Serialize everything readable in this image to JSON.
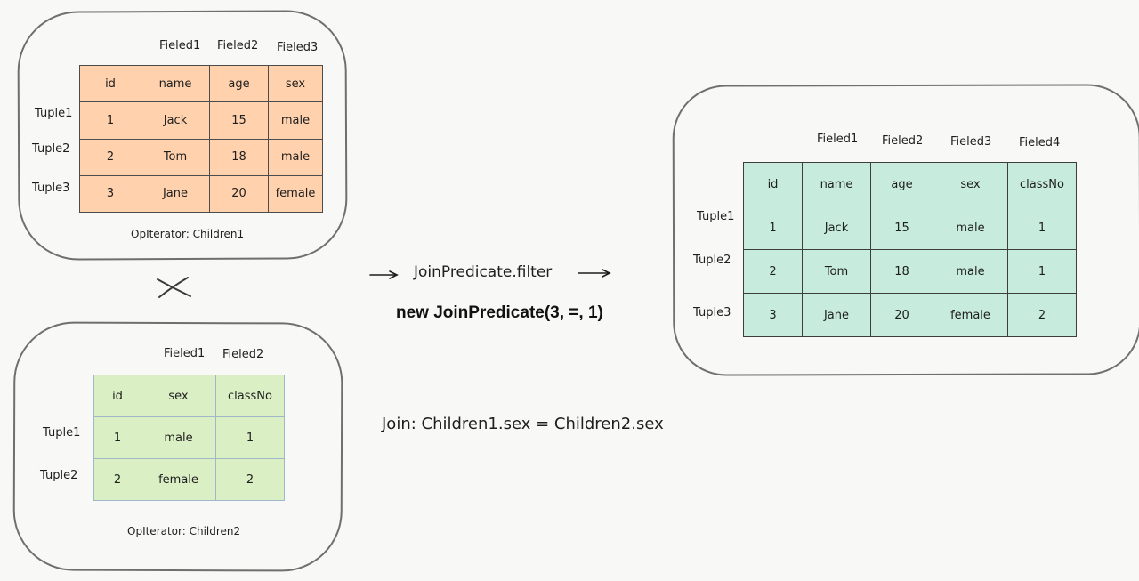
{
  "children1": {
    "field_headers": [
      "Fieled1",
      "Fieled2",
      "Fieled3"
    ],
    "row_labels": [
      "Tuple1",
      "Tuple2",
      "Tuple3"
    ],
    "rows": [
      [
        "id",
        "name",
        "age",
        "sex"
      ],
      [
        "1",
        "Jack",
        "15",
        "male"
      ],
      [
        "2",
        "Tom",
        "18",
        "male"
      ],
      [
        "3",
        "Jane",
        "20",
        "female"
      ]
    ],
    "caption": "OpIterator: Children1"
  },
  "children2": {
    "field_headers": [
      "Fieled1",
      "Fieled2"
    ],
    "row_labels": [
      "Tuple1",
      "Tuple2"
    ],
    "rows": [
      [
        "id",
        "sex",
        "classNo"
      ],
      [
        "1",
        "male",
        "1"
      ],
      [
        "2",
        "female",
        "2"
      ]
    ],
    "caption": "OpIterator: Children2"
  },
  "result": {
    "field_headers": [
      "Fieled1",
      "Fieled2",
      "Fieled3",
      "Fieled4"
    ],
    "row_labels": [
      "Tuple1",
      "Tuple2",
      "Tuple3"
    ],
    "rows": [
      [
        "id",
        "name",
        "age",
        "sex",
        "classNo"
      ],
      [
        "1",
        "Jack",
        "15",
        "male",
        "1"
      ],
      [
        "2",
        "Tom",
        "18",
        "male",
        "1"
      ],
      [
        "3",
        "Jane",
        "20",
        "female",
        "2"
      ]
    ]
  },
  "flow": {
    "filter_label": "JoinPredicate.filter",
    "predicate_code": "new JoinPredicate(3, =, 1)",
    "join_condition": "Join: Children1.sex = Children2.sex"
  },
  "colors": {
    "orange_fill": "#ffd1ad",
    "lime_fill": "#dbefc5",
    "teal_fill": "#c7ecde",
    "stroke": "#1e1e1e"
  }
}
